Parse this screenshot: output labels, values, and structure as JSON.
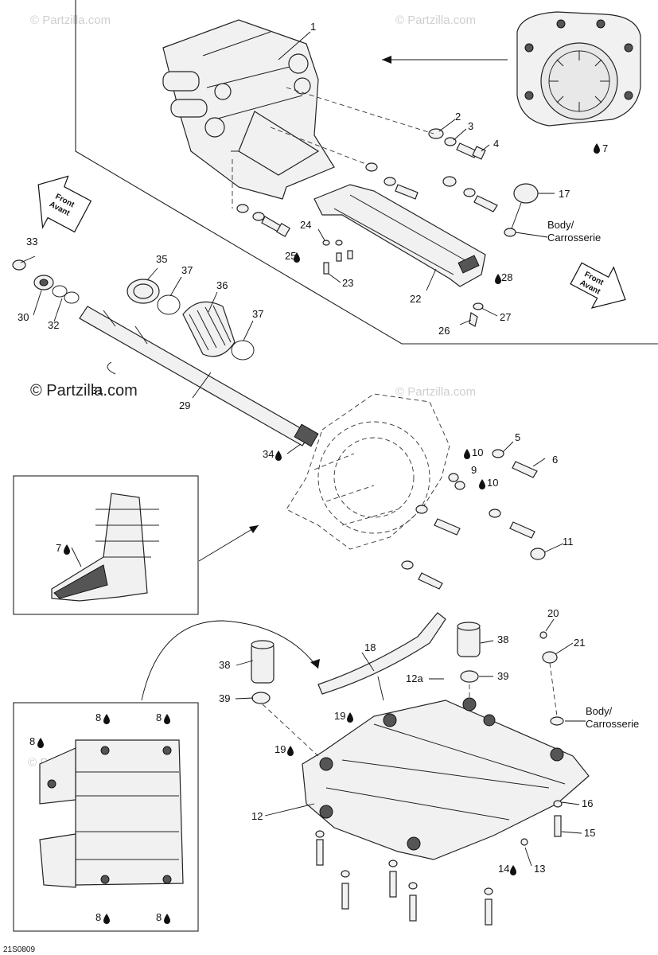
{
  "watermark": {
    "brand": "© Partzilla.com"
  },
  "diagram_code": "21S0809",
  "direction_label": {
    "line1": "Front",
    "line2": "Avant"
  },
  "body_label": {
    "line1": "Body/",
    "line2": "Carrosserie"
  },
  "callouts": {
    "c1": "1",
    "c2": "2",
    "c3": "3",
    "c4": "4",
    "c5": "5",
    "c6": "6",
    "c7": "7",
    "c7b": "7",
    "c8a": "8",
    "c8b": "8",
    "c8c": "8",
    "c8d": "8",
    "c8e": "8",
    "c9": "9",
    "c10a": "10",
    "c10b": "10",
    "c11": "11",
    "c12": "12",
    "c12a": "12a",
    "c13": "13",
    "c14": "14",
    "c15": "15",
    "c16": "16",
    "c17": "17",
    "c18": "18",
    "c19a": "19",
    "c19b": "19",
    "c20": "20",
    "c21": "21",
    "c22": "22",
    "c23": "23",
    "c24": "24",
    "c25": "25",
    "c26": "26",
    "c27": "27",
    "c28": "28",
    "c29": "29",
    "c30": "30",
    "c31": "31",
    "c32": "32",
    "c33": "33",
    "c34": "34",
    "c35": "35",
    "c36": "36",
    "c37a": "37",
    "c37b": "37",
    "c38a": "38",
    "c38b": "38",
    "c39a": "39",
    "c39b": "39"
  }
}
